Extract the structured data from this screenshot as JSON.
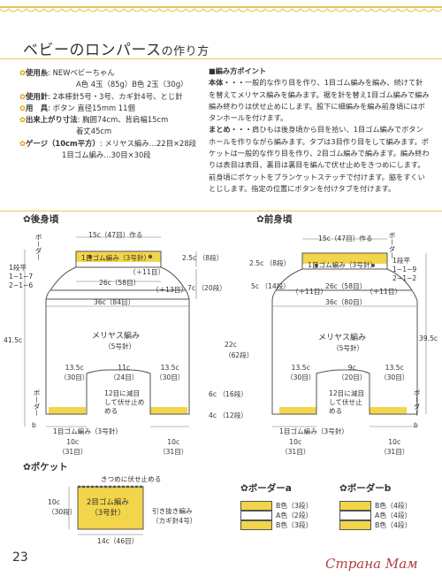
{
  "page": {
    "title": "ベビーのロンパース",
    "title_suffix": "の作り方",
    "page_number": "23",
    "watermark": "Страна Мам"
  },
  "materials": [
    {
      "key": "使用糸",
      "value": ": NEWベビーちゃん"
    },
    {
      "key": "",
      "value": "A色 4玉（85g）B色 2玉（30g）"
    },
    {
      "key": "使用針",
      "value": ": 2本棒針5号・3号、カギ針4号、とじ針"
    },
    {
      "key": "用　具",
      "value": ": ボタン 直径15mm 11個"
    },
    {
      "key": "出来上がり寸法",
      "value": ": 胸囲74cm、背肩幅15cm"
    },
    {
      "key": "",
      "value": "着丈45cm"
    },
    {
      "key": "ゲージ（10cm平方）",
      "value": ": メリヤス編み…22目×28段"
    },
    {
      "key": "",
      "value": "1目ゴム編み…30目×30段"
    }
  ],
  "instructions": {
    "heading": "■編み方ポイント",
    "body_label": "本体・・・",
    "body": "一般的な作り目を作り、1目ゴム編みを編み、続けて針を替えてメリヤス編みを編みます。裾を針を替え1目ゴム編みで編み編み終わりは伏せ止めにします。股下に細編みを編み前身頃にはボタンホールを付けます。",
    "finish_label": "まとめ・・・",
    "finish": "肩ひもは後身頃から目を拾い、1目ゴム編みでボタンホールを作りながら編みます。タブは3目作り目をして編みます。ポケットは一般的な作り目を作り、2目ゴム編みで編みます。編み終わりは表目は表目、裏目は裏目を編んで伏せ止めをきつめにします。前身頃にポケットをブランケットステッチで付けます。脇をすくいとじします。指定の位置にボタンを付けタブを付けます。"
  },
  "back": {
    "heading": "✿後身頃",
    "top_width": "15c（47目）作る",
    "border_label": "ボーダー",
    "strap_rib": "1目ゴム編み（3号針）",
    "strap_h": "2.5c",
    "strap_rows": "（8段）",
    "inc_left1": "1段平",
    "inc_left2": "1−1−7",
    "inc_left3": "2−1−6",
    "plus11": "（＋11目）",
    "upper_w": "26c（58目）",
    "plus13": "（＋13目）",
    "side_h": "7c",
    "side_rows": "（20段）",
    "chest_w": "36c（84目）",
    "body_st": "メリヤス編み",
    "needle5": "（5号針）",
    "total_h": "41.5c",
    "leg_h": "22c",
    "leg_rows": "（62段）",
    "leg1": "13.5c",
    "leg1s": "（30目）",
    "crotch": "11c",
    "crotch_s": "（24目）",
    "leg2": "13.5c",
    "leg2s": "（30目）",
    "crotch_note1": "12目に減目",
    "crotch_note2": "して伏せ止め",
    "crotch_note3": "める",
    "gap_h": "6c",
    "gap_rows": "（16段）",
    "hem_h": "4c",
    "hem_rows": "（12段）",
    "hem_rib": "1目ゴム編み（3号針）",
    "bottom1": "10c",
    "bottom1s": "（31目）",
    "bottom2": "10c",
    "bottom2s": "（31目）",
    "border_b": "ボーダー",
    "border_b2": "b"
  },
  "front": {
    "heading": "✿前身頃",
    "top_width": "15c（47目）作る",
    "strap_rib": "1目ゴム編み（3号針）",
    "strap_h": "2.5c",
    "strap_rows": "（8段）",
    "inc1": "1段平",
    "inc2": "1−1−9",
    "inc3": "2−1−2",
    "border_label": "ボーダー",
    "side_h": "5c",
    "side_rows": "（14段）",
    "plus11a": "（＋11目）",
    "upper_w": "26c（58目）",
    "plus11b": "（＋11目）",
    "chest_w": "36c（80目）",
    "body_st": "メリヤス編み",
    "needle5": "（5号針）",
    "total_h": "39.5c",
    "leg1": "13.5c",
    "leg1s": "（30目）",
    "crotch": "9c",
    "crotch_s": "（20目）",
    "leg2": "13.5c",
    "leg2s": "（30目）",
    "crotch_note1": "12目に減目",
    "crotch_note2": "して伏せ止",
    "crotch_note3": "める",
    "hem_rib": "1目ゴム編み（3号針）",
    "bottom1": "10c",
    "bottom1s": "（31目）",
    "bottom2": "10c",
    "bottom2s": "（31目）",
    "border_b": "ボーダー",
    "border_b2": "b"
  },
  "pocket": {
    "heading": "✿ポケット",
    "note_top": "きつめに伏せ止める",
    "rib": "2目ゴム編み",
    "needle3": "（3号針）",
    "h": "10c",
    "h_rows": "（30段）",
    "pull": "引き抜き編み",
    "pull_needle": "（カギ針4号）",
    "w": "14c（46目）"
  },
  "border_a": {
    "heading": "✿ボーダーa",
    "rows": [
      "B色（3段）",
      "A色（2段）",
      "B色（3段）"
    ]
  },
  "border_b": {
    "heading": "✿ボーダーb",
    "rows": [
      "B色（4段）",
      "A色（4段）",
      "B色（4段）"
    ]
  },
  "colors": {
    "A": "#ffffff",
    "B": "#f2d54a",
    "line": "#555555",
    "accent": "#e6c659"
  }
}
